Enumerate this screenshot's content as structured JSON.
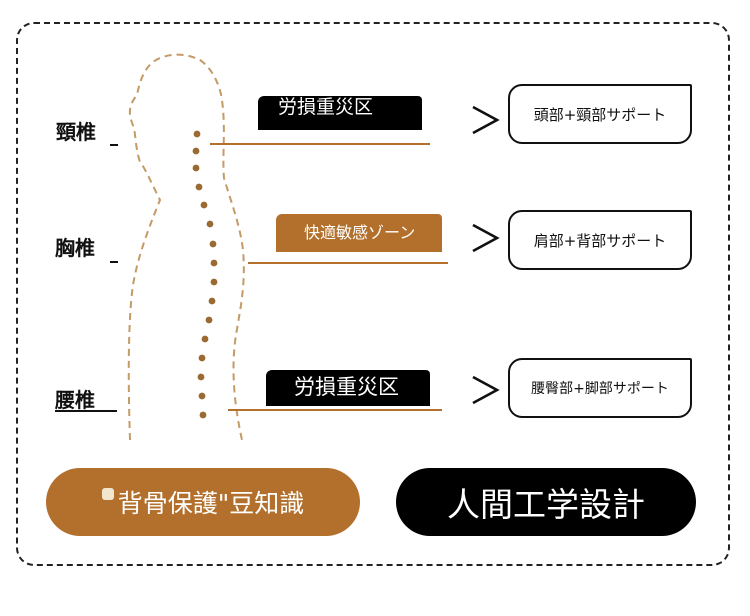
{
  "colors": {
    "accent_brown": "#b3702c",
    "dot_brown": "#9a6a32",
    "black": "#000000",
    "outline": "#c49a66"
  },
  "spine_labels": {
    "cervical": "頸椎",
    "thoracic": "胸椎",
    "lumbar": "腰椎"
  },
  "zones": {
    "cervical": "労損重災区",
    "thoracic": "快適敏感ゾーン",
    "lumbar": "労損重災区"
  },
  "arrow_glyph": ">",
  "supports": {
    "cervical": "頭部+頸部サポート",
    "thoracic": "肩部+背部サポート",
    "lumbar": "腰臀部+脚部サポート"
  },
  "buttons": {
    "knowledge": "背骨保護\"豆知識",
    "design": "人間工学設計"
  },
  "icons": {
    "knowledge_icon": "bulb-icon"
  }
}
